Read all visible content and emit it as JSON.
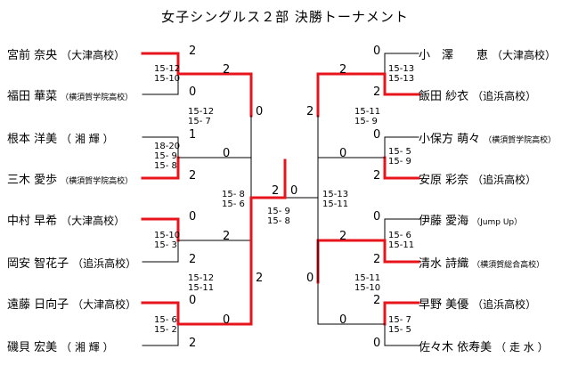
{
  "title": "女子シングルス２部 決勝トーナメント",
  "colors": {
    "winner_line": "#e8141c",
    "line": "#000000"
  },
  "left_players": [
    {
      "name": "宮前 奈央",
      "team": "（大津高校）"
    },
    {
      "name": "福田 華菜",
      "team": "（横須賀学院高校）"
    },
    {
      "name": "根本 洋美",
      "team": "（ 湘 輝 ）"
    },
    {
      "name": "三木 愛歩",
      "team": "（横須賀学院高校）"
    },
    {
      "name": "中村 早希",
      "team": "（大津高校）"
    },
    {
      "name": "岡安 智花子",
      "team": "（追浜高校）"
    },
    {
      "name": "遠藤 日向子",
      "team": "（大津高校）"
    },
    {
      "name": "磯貝 宏美",
      "team": "（ 湘 輝 ）"
    }
  ],
  "right_players": [
    {
      "name": "小　澤　　恵",
      "team": "（大津高校）"
    },
    {
      "name": "飯田 紗衣",
      "team": "（追浜高校）"
    },
    {
      "name": "小保方 萌々",
      "team": "（横須賀学院高校）"
    },
    {
      "name": "安原 彩奈",
      "team": "（追浜高校）"
    },
    {
      "name": "伊藤 愛海",
      "team": "（Jump Up）"
    },
    {
      "name": "清水 詩織",
      "team": "（横須賀総合高校）"
    },
    {
      "name": "早野 美優",
      "team": "（追浜高校）"
    },
    {
      "name": "佐々木 依寿美",
      "team": "（ 走 水 ）"
    }
  ],
  "scores": {
    "l1": [
      "2",
      "0",
      "1",
      "2",
      "0",
      "2",
      "0",
      "2"
    ],
    "l2": [
      "2",
      "0",
      "2",
      "0"
    ],
    "l3": [
      "0",
      "2"
    ],
    "final_left": "2",
    "final_right": "0",
    "r1": [
      "0",
      "2",
      "0",
      "2",
      "0",
      "2",
      "2",
      "0"
    ],
    "r2": [
      "2",
      "0",
      "2",
      "0"
    ],
    "r3": [
      "2",
      "0"
    ]
  },
  "games": {
    "l1": [
      [
        "15-12",
        "15-10"
      ],
      [
        "18-20",
        "15- 9",
        "15- 8"
      ],
      [
        "15-10",
        "15- 3"
      ],
      [
        "15- 6",
        "15- 2"
      ]
    ],
    "l2": [
      [
        "15-12",
        "15- 7"
      ],
      [
        "15-12",
        "15-11"
      ]
    ],
    "l3": [
      [
        "15- 8",
        "15- 6"
      ]
    ],
    "final": [
      [
        "15- 9",
        "15- 8"
      ]
    ],
    "r3": [
      [
        "15-13",
        "15-11"
      ]
    ],
    "r2": [
      [
        "15-11",
        "15- 9"
      ],
      [
        "15-11",
        "15-10"
      ]
    ],
    "r1": [
      [
        "15-13",
        "15-13"
      ],
      [
        "15- 5",
        "15- 9"
      ],
      [
        "15- 6",
        "15-11"
      ],
      [
        "15- 7",
        "15- 5"
      ]
    ]
  }
}
